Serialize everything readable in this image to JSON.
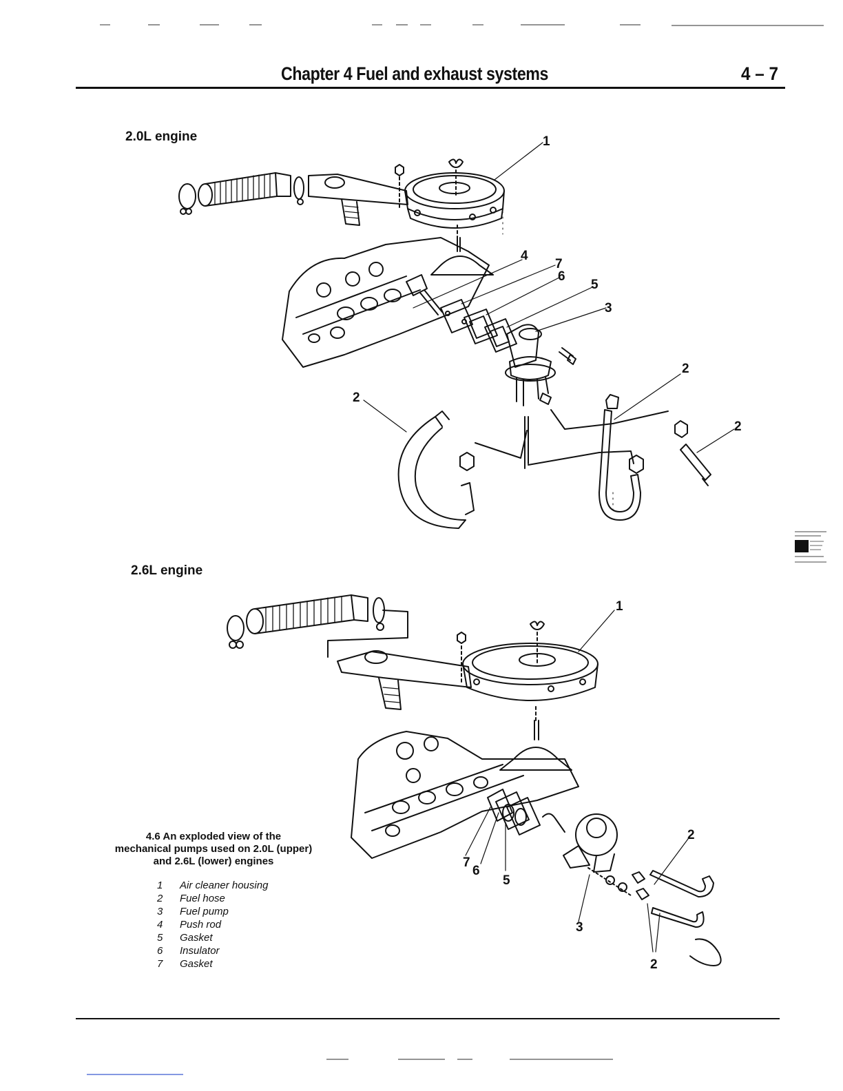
{
  "header": {
    "chapter": "Chapter 4   Fuel and exhaust systems",
    "page_number": "4 – 7"
  },
  "figure": {
    "upper_label": "2.0L engine",
    "lower_label": "2.6L engine",
    "caption_line1": "4.6  An exploded view of the",
    "caption_line2": "mechanical pumps used on 2.0L (upper)",
    "caption_line3": "and 2.6L (lower) engines",
    "callouts_upper": [
      "1",
      "4",
      "7",
      "6",
      "5",
      "3",
      "2",
      "2",
      "2"
    ],
    "callouts_lower": [
      "1",
      "7",
      "6",
      "5",
      "2",
      "3",
      "2"
    ]
  },
  "legend": [
    {
      "num": "1",
      "text": "Air cleaner housing"
    },
    {
      "num": "2",
      "text": "Fuel hose"
    },
    {
      "num": "3",
      "text": "Fuel pump"
    },
    {
      "num": "4",
      "text": "Push rod"
    },
    {
      "num": "5",
      "text": "Gasket"
    },
    {
      "num": "6",
      "text": "Insulator"
    },
    {
      "num": "7",
      "text": "Gasket"
    }
  ]
}
